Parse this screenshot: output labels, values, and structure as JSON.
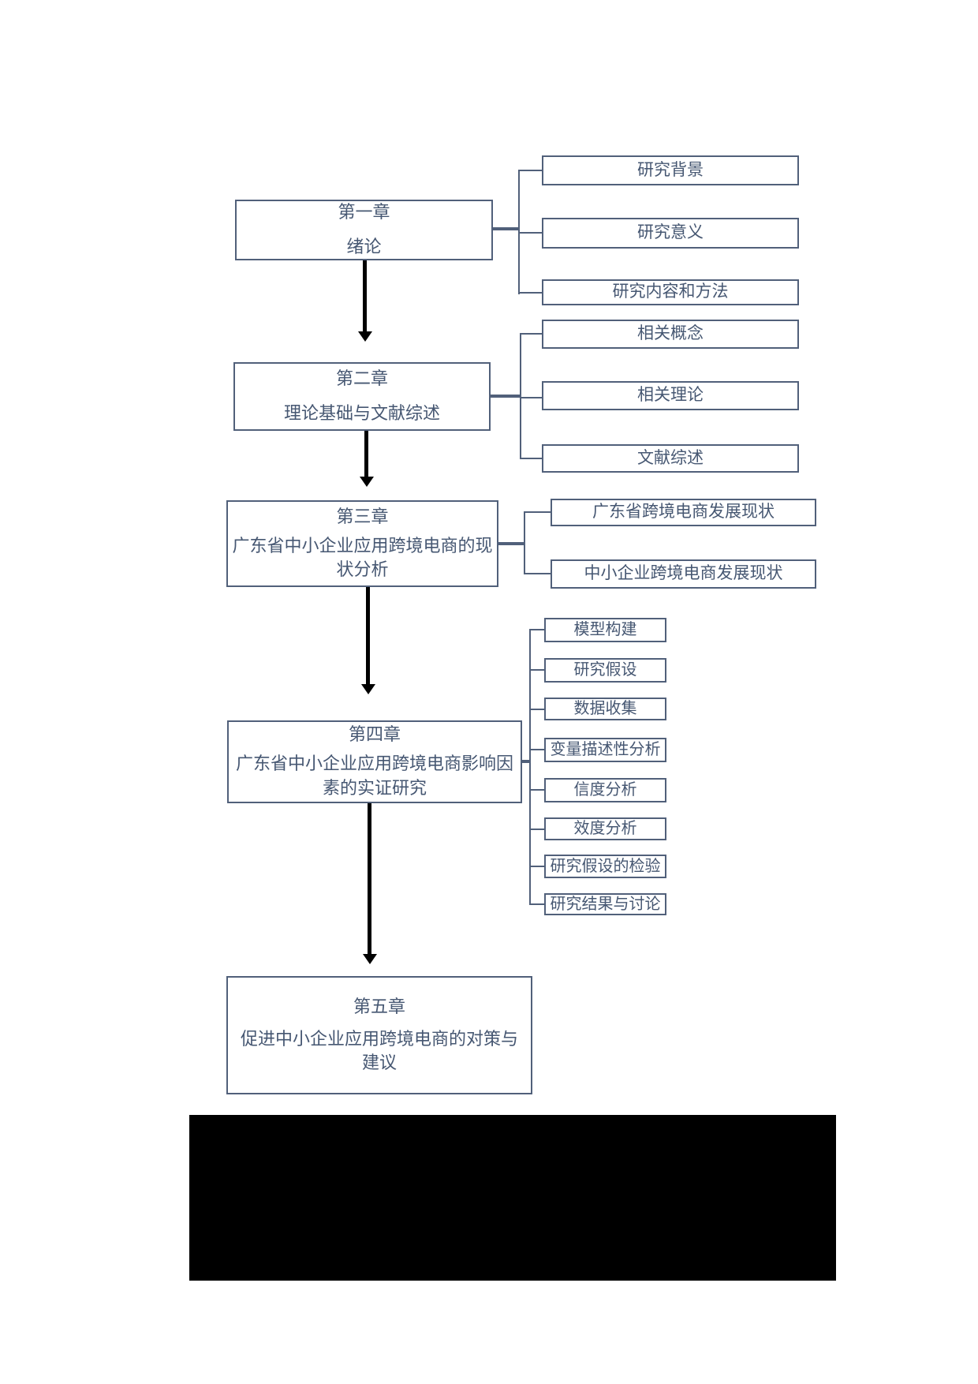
{
  "diagram": {
    "chapters": [
      {
        "no": "第一章",
        "title": "绪论"
      },
      {
        "no": "第二章",
        "title": "理论基础与文献综述"
      },
      {
        "no": "第三章",
        "title": "广东省中小企业应用跨境电商的现状分析"
      },
      {
        "no": "第四章",
        "title": "广东省中小企业应用跨境电商影响因素的实证研究"
      },
      {
        "no": "第五章",
        "title": "促进中小企业应用跨境电商的对策与建议"
      }
    ],
    "chapter1_branches": [
      "研究背景",
      "研究意义",
      "研究内容和方法"
    ],
    "chapter2_branches": [
      "相关概念",
      "相关理论",
      "文献综述"
    ],
    "chapter3_branches": [
      "广东省跨境电商发展现状",
      "中小企业跨境电商发展现状"
    ],
    "chapter4_branches": [
      "模型构建",
      "研究假设",
      "数据收集",
      "变量描述性分析",
      "信度分析",
      "效度分析",
      "研究假设的检验",
      "研究结果与讨论"
    ],
    "colors": {
      "box_border": "#51607a",
      "text": "#465772",
      "arrow": "#000000",
      "redaction_block": "#000000",
      "background": "#ffffff"
    }
  }
}
